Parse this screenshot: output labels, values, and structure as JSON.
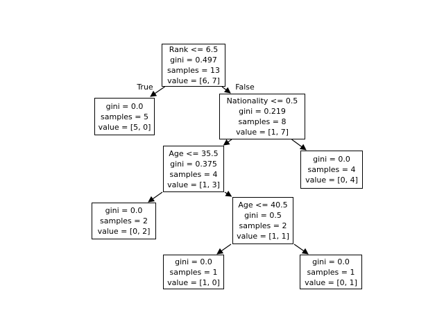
{
  "figure": {
    "background_color": "#ffffff",
    "node_border_color": "#000000",
    "node_fill_color": "#ffffff",
    "text_color": "#000000",
    "arrow_color": "#000000"
  },
  "tree": {
    "edge_labels": {
      "true_label": "True",
      "false_label": "False"
    },
    "nodes": [
      {
        "id": "root",
        "lines": [
          "Rank <= 6.5",
          "gini = 0.497",
          "samples = 13",
          "value = [6, 7]"
        ]
      },
      {
        "id": "leaf-true",
        "lines": [
          "gini = 0.0",
          "samples = 5",
          "value = [5, 0]"
        ]
      },
      {
        "id": "nationality",
        "lines": [
          "Nationality <= 0.5",
          "gini = 0.219",
          "samples = 8",
          "value = [1, 7]"
        ]
      },
      {
        "id": "age-35",
        "lines": [
          "Age <= 35.5",
          "gini = 0.375",
          "samples = 4",
          "value = [1, 3]"
        ]
      },
      {
        "id": "leaf-0-4",
        "lines": [
          "gini = 0.0",
          "samples = 4",
          "value = [0, 4]"
        ]
      },
      {
        "id": "leaf-0-2",
        "lines": [
          "gini = 0.0",
          "samples = 2",
          "value = [0, 2]"
        ]
      },
      {
        "id": "age-40",
        "lines": [
          "Age <= 40.5",
          "gini = 0.5",
          "samples = 2",
          "value = [1, 1]"
        ]
      },
      {
        "id": "leaf-1-0",
        "lines": [
          "gini = 0.0",
          "samples = 1",
          "value = [1, 0]"
        ]
      },
      {
        "id": "leaf-0-1",
        "lines": [
          "gini = 0.0",
          "samples = 1",
          "value = [0, 1]"
        ]
      }
    ]
  }
}
